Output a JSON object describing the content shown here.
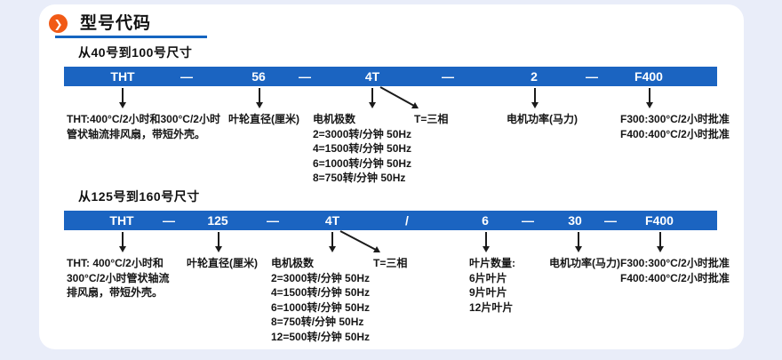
{
  "header": {
    "title": "型号代码",
    "bullet_icon_glyph": "❯"
  },
  "colors": {
    "bar_blue": "#1b64c1",
    "underline_blue": "#1565c0",
    "accent_orange": "#f15a16",
    "page_background": "#e9edf9"
  },
  "sections": [
    {
      "heading": "从40号到100号尺寸",
      "bar": [
        "THT",
        "—",
        "56",
        "—",
        "4T",
        "—",
        "2",
        "—",
        "F400"
      ],
      "columns": [
        "THT:400°C/2小时和300°C/2小时\n管状轴流排风扇，带短外壳。",
        "叶轮直径(厘米)",
        "电机极数\n2=3000转/分钟 50Hz\n4=1500转/分钟 50Hz\n6=1000转/分钟 50Hz\n8=750转/分钟 50Hz",
        "T=三相",
        "电机功率(马力)",
        "F300:300°C/2小时批准\nF400:400°C/2小时批准"
      ]
    },
    {
      "heading": "从125号到160号尺寸",
      "bar": [
        "THT",
        "—",
        "125",
        "—",
        "4T",
        "/",
        "6",
        "—",
        "30",
        "—",
        "F400"
      ],
      "columns": [
        "THT: 400°C/2小时和\n300°C/2小时管状轴流\n排风扇，带短外壳。",
        "叶轮直径(厘米)",
        "电机极数\n2=3000转/分钟 50Hz\n4=1500转/分钟 50Hz\n6=1000转/分钟 50Hz\n8=750转/分钟 50Hz\n12=500转/分钟 50Hz",
        "T=三相",
        "叶片数量:\n6片叶片\n9片叶片\n12片叶片",
        "电机功率(马力)",
        "F300:300°C/2小时批准\nF400:400°C/2小时批准"
      ]
    }
  ]
}
